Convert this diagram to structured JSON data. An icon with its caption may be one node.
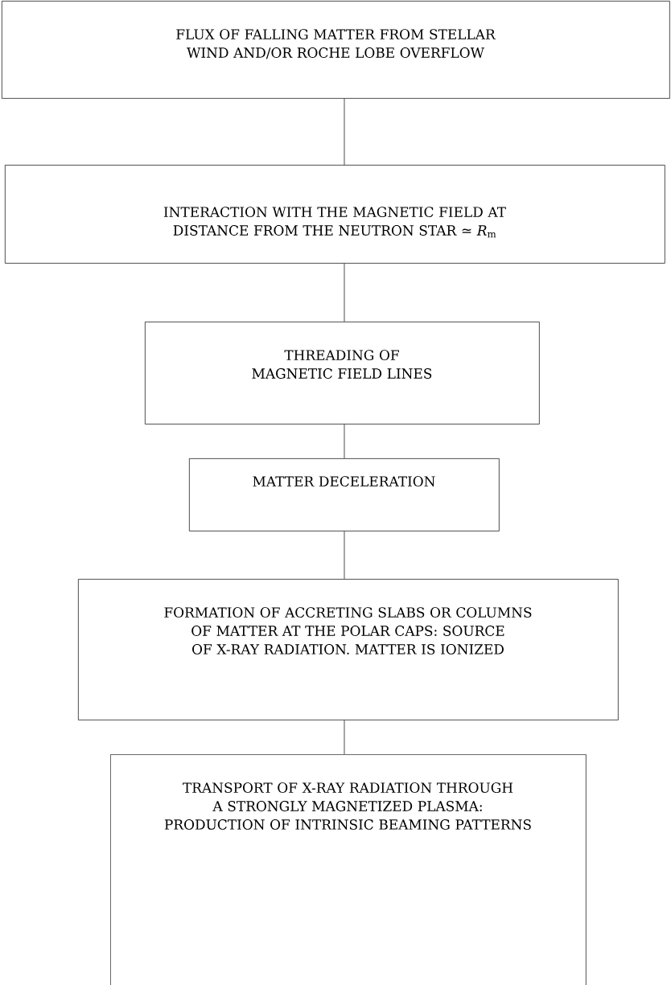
{
  "diagram": {
    "nodes": [
      {
        "text": [
          "FLUX OF FALLING MATTER FROM STELLAR WIND AND/OR ROCHE LOBE OVERFLOW"
        ]
      },
      {
        "text": [
          "INTERACTION WITH THE MAGNETIC FIELD AT DISTANCE FROM THE NEUTRON STAR ≃ *R*$_{m}$"
        ]
      },
      {
        "text": [
          "THREADING OF MAGNETIC FIELD LINES"
        ]
      },
      {
        "text": [
          "MATTER DECELERATION"
        ]
      },
      {
        "text": [
          "FORMATION OF ACCRETING SLABS OR COLUMNS OF MATTER AT THE POLAR CAPS: SOURCE OF X-RAY RADIATION. MATTER IS IONIZED"
        ]
      },
      {
        "text": [
          "TRANSPORT OF X-RAY RADIATION THROUGH A STRONGLY MAGNETIZED PLASMA: PRODUCTION OF INTRINSIC BEAMING PATTERNS"
        ]
      }
    ],
    "edges": [
      {
        "from": 0,
        "to": 1,
        "arrow": "none"
      },
      {
        "from": 1,
        "to": 2,
        "arrow": "none"
      },
      {
        "from": 2,
        "to": 3,
        "arrow": "none"
      },
      {
        "from": 3,
        "to": 4,
        "arrow": "none"
      },
      {
        "from": 4,
        "to": 5,
        "arrow": "none"
      }
    ]
  }
}
